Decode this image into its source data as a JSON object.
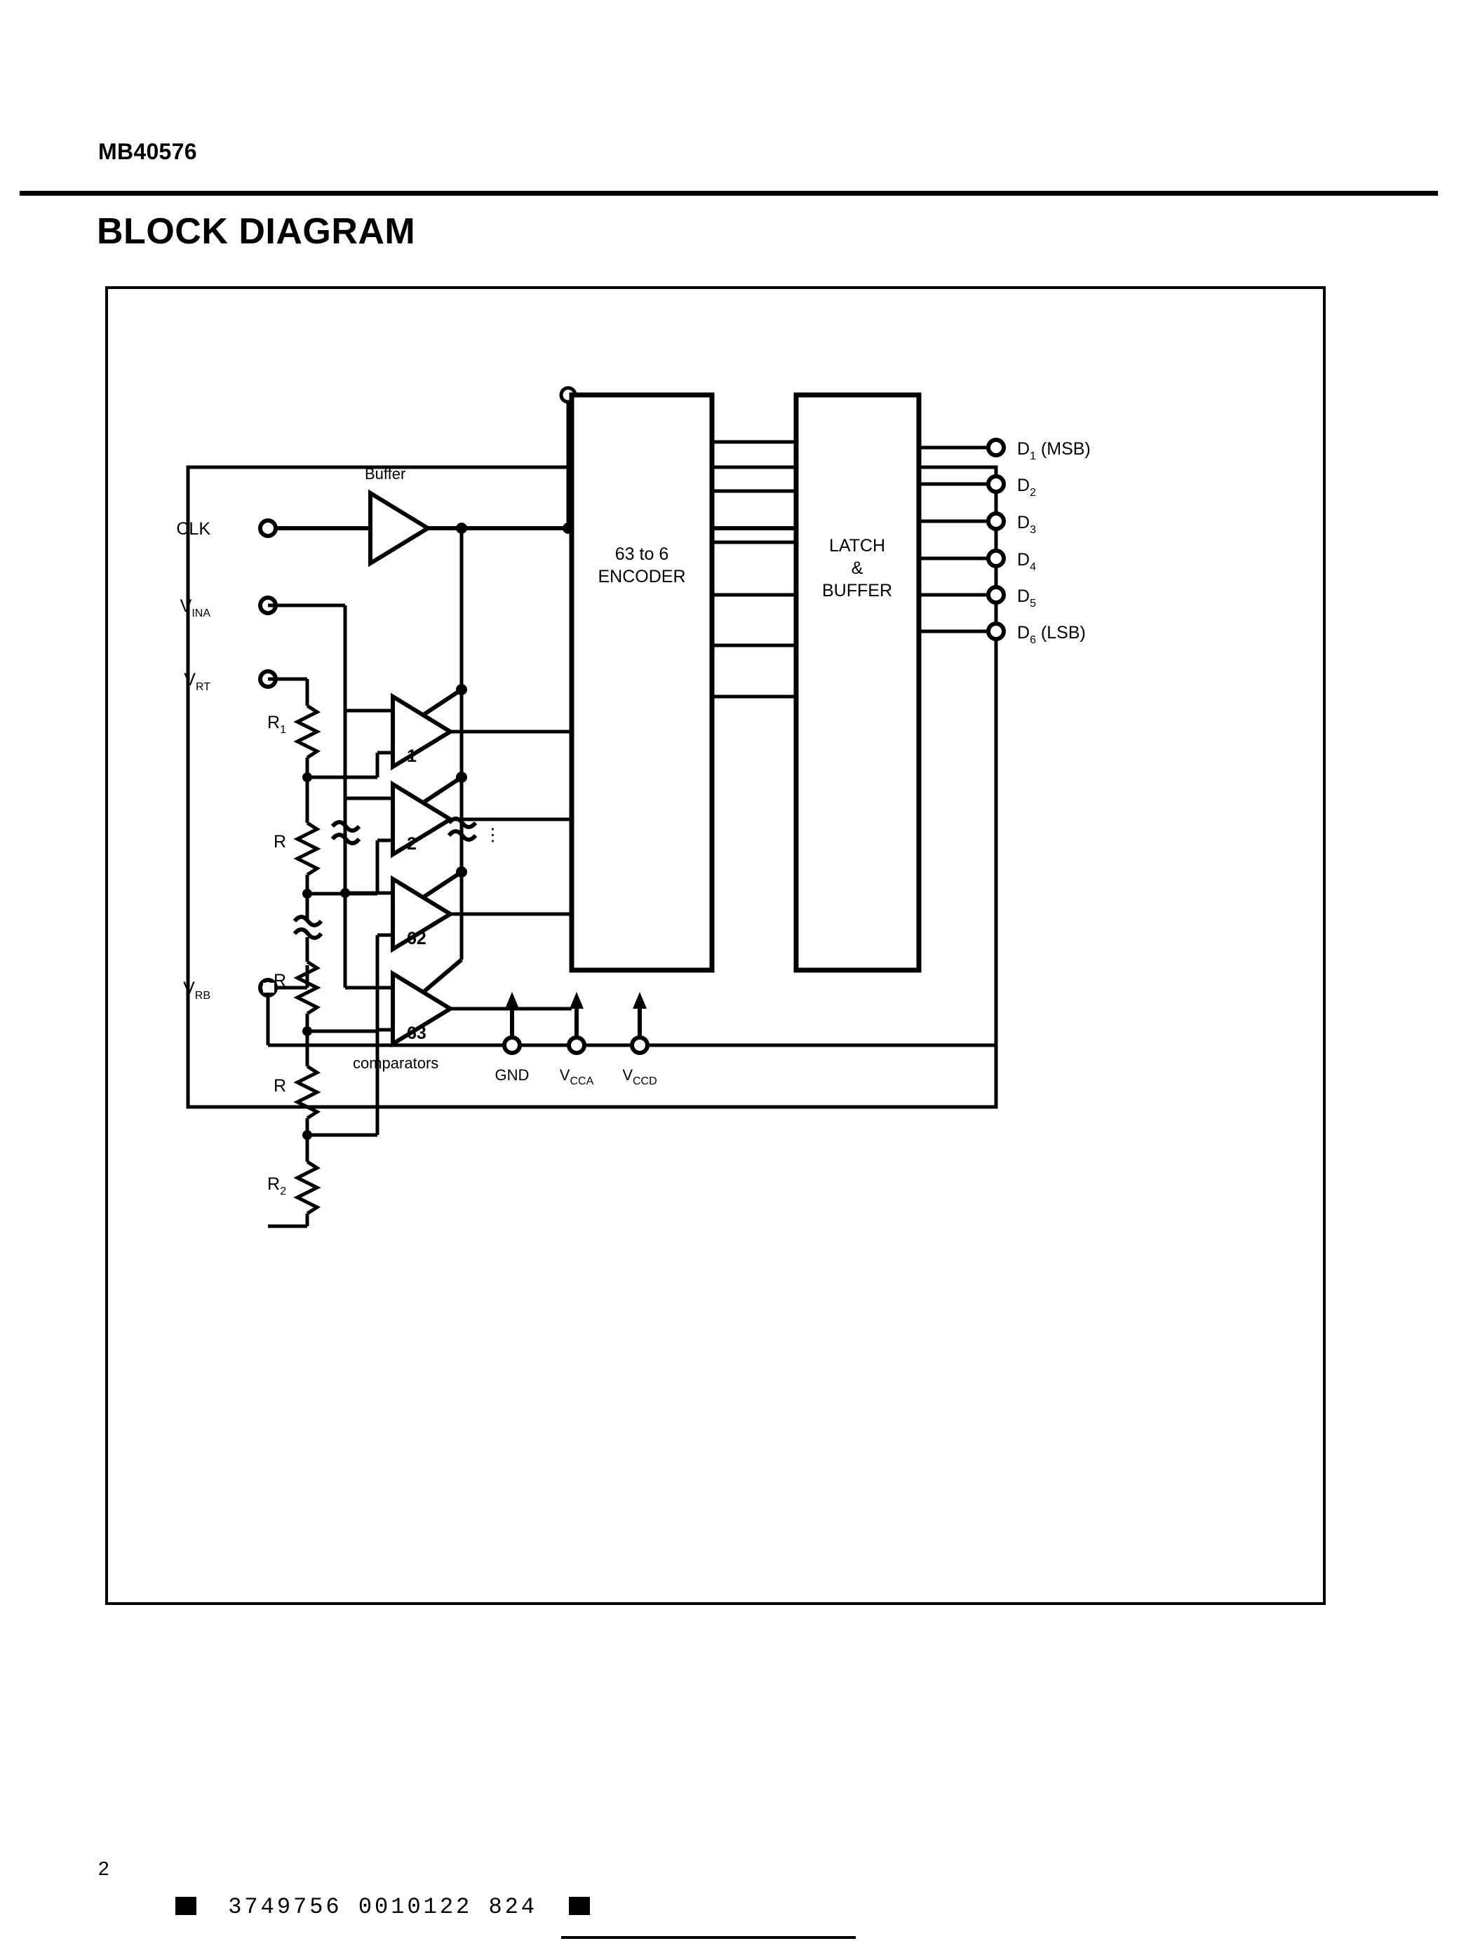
{
  "document": {
    "part_number": "MB40576",
    "section_title": "BLOCK DIAGRAM",
    "page_number": "2",
    "footer_code": "3749756 0010122 824"
  },
  "diagram": {
    "buffer_label": "Buffer",
    "comparators_caption": "comparators",
    "ellipsis": "⋮",
    "inputs": [
      {
        "id": "clk",
        "label": "CLK",
        "sub": ""
      },
      {
        "id": "vina",
        "label": "V",
        "sub": "INA"
      },
      {
        "id": "vrt",
        "label": "V",
        "sub": "RT"
      },
      {
        "id": "vrb",
        "label": "V",
        "sub": "RB"
      }
    ],
    "resistors": [
      {
        "id": "r1",
        "label": "R",
        "sub": "1"
      },
      {
        "id": "r2",
        "label": "R",
        "sub": ""
      },
      {
        "id": "r3",
        "label": "R",
        "sub": ""
      },
      {
        "id": "r4",
        "label": "R",
        "sub": ""
      },
      {
        "id": "r5",
        "label": "R",
        "sub": "2"
      }
    ],
    "comparator_numbers": [
      "1",
      "2",
      "62",
      "63"
    ],
    "blocks": [
      {
        "id": "encoder",
        "lines": [
          "63 to 6",
          "ENCODER"
        ]
      },
      {
        "id": "latch_buffer",
        "lines": [
          "LATCH",
          "&",
          "BUFFER"
        ]
      }
    ],
    "outputs": [
      {
        "id": "d1",
        "label": "D",
        "sub": "1",
        "note": " (MSB)"
      },
      {
        "id": "d2",
        "label": "D",
        "sub": "2",
        "note": ""
      },
      {
        "id": "d3",
        "label": "D",
        "sub": "3",
        "note": ""
      },
      {
        "id": "d4",
        "label": "D",
        "sub": "4",
        "note": ""
      },
      {
        "id": "d5",
        "label": "D",
        "sub": "5",
        "note": ""
      },
      {
        "id": "d6",
        "label": "D",
        "sub": "6",
        "note": " (LSB)"
      }
    ],
    "power_pins": [
      {
        "id": "gnd",
        "label": "GND",
        "sub": ""
      },
      {
        "id": "vcca",
        "label": "V",
        "sub": "CCA"
      },
      {
        "id": "vccd",
        "label": "V",
        "sub": "CCD"
      }
    ]
  },
  "colors": {
    "ink": "#000000",
    "paper": "#ffffff"
  }
}
